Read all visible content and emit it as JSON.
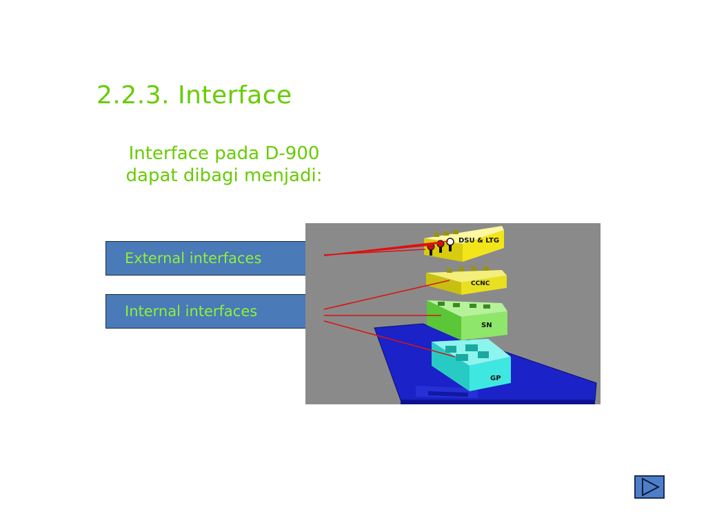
{
  "slide": {
    "title": "2.2.3. Interface",
    "subtitle_line1": "Interface pada D-900",
    "subtitle_line2": "dapat dibagi menjadi:"
  },
  "labels": {
    "external": "External interfaces",
    "internal": "Internal interfaces"
  },
  "diagram": {
    "modules": {
      "dsu": "DSU & LTG",
      "ccnc": "CCNC",
      "sn": "SN",
      "gp": "GP"
    }
  },
  "colors": {
    "heading": "#66cc00",
    "label_fill": "#4a7ab8",
    "label_text": "#8cf23a",
    "connector": "#dd1111",
    "diagram_bg": "#8a8a8a",
    "platform": "#1a22c8",
    "dsu": "#f2e61a",
    "ccnc": "#e8e020",
    "sn": "#8ee66a",
    "gp": "#3ee8e0"
  },
  "icons": {
    "next": "play-triangle-icon"
  }
}
